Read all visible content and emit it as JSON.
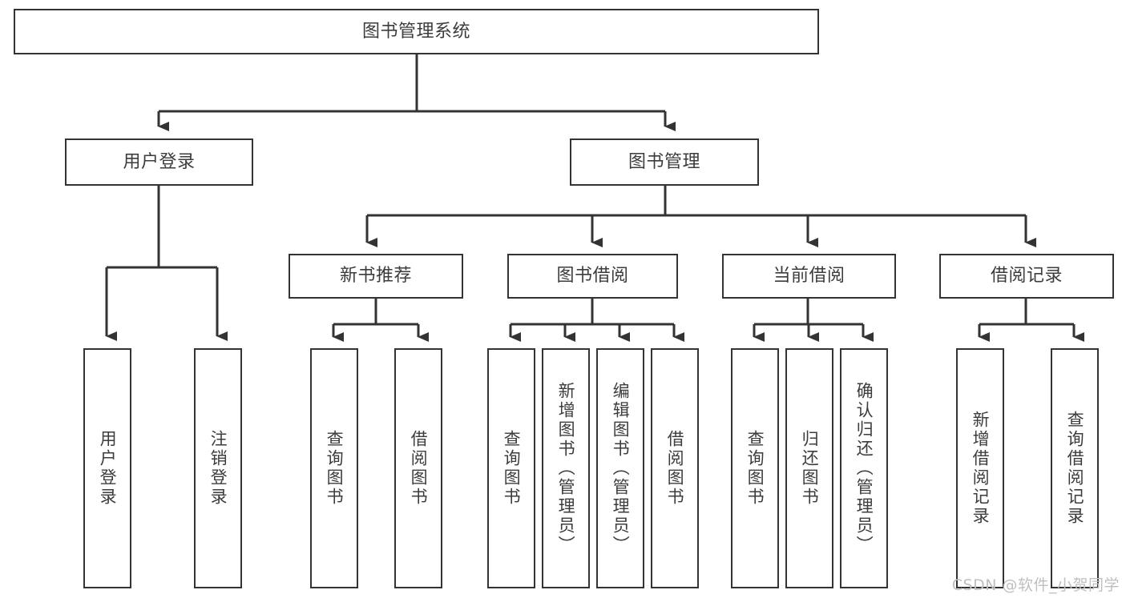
{
  "diagram": {
    "type": "tree",
    "title": "图书管理系统",
    "watermark": "CSDN @软件_小贺同学",
    "colors": {
      "box_border": "#333333",
      "box_fill": "#ffffff",
      "connector": "#333333",
      "text": "#3c3c3c",
      "watermark": "#bfbfbf"
    },
    "nodes": {
      "root": {
        "label": "图书管理系统",
        "level": 1,
        "orientation": "horizontal"
      },
      "l2": [
        {
          "label": "用户登录",
          "level": 2,
          "orientation": "horizontal"
        },
        {
          "label": "图书管理",
          "level": 2,
          "orientation": "horizontal"
        }
      ],
      "l3": [
        {
          "label": "新书推荐",
          "level": 3,
          "orientation": "horizontal"
        },
        {
          "label": "图书借阅",
          "level": 3,
          "orientation": "horizontal"
        },
        {
          "label": "当前借阅",
          "level": 3,
          "orientation": "horizontal"
        },
        {
          "label": "借阅记录",
          "level": 3,
          "orientation": "horizontal"
        }
      ],
      "leaves": [
        {
          "label": "用户登录",
          "parent": "用户登录",
          "orientation": "vertical"
        },
        {
          "label": "注销登录",
          "parent": "用户登录",
          "orientation": "vertical"
        },
        {
          "label": "查询图书",
          "parent": "新书推荐",
          "orientation": "vertical"
        },
        {
          "label": "借阅图书",
          "parent": "新书推荐",
          "orientation": "vertical"
        },
        {
          "label": "查询图书",
          "parent": "图书借阅",
          "orientation": "vertical"
        },
        {
          "label": "新增图书（管理员）",
          "parent": "图书借阅",
          "orientation": "vertical"
        },
        {
          "label": "编辑图书（管理员）",
          "parent": "图书借阅",
          "orientation": "vertical"
        },
        {
          "label": "借阅图书",
          "parent": "图书借阅",
          "orientation": "vertical"
        },
        {
          "label": "查询图书",
          "parent": "当前借阅",
          "orientation": "vertical"
        },
        {
          "label": "归还图书",
          "parent": "当前借阅",
          "orientation": "vertical"
        },
        {
          "label": "确认归还（管理员）",
          "parent": "当前借阅",
          "orientation": "vertical"
        },
        {
          "label": "新增借阅记录",
          "parent": "借阅记录",
          "orientation": "vertical"
        },
        {
          "label": "查询借阅记录",
          "parent": "借阅记录",
          "orientation": "vertical"
        }
      ]
    }
  }
}
